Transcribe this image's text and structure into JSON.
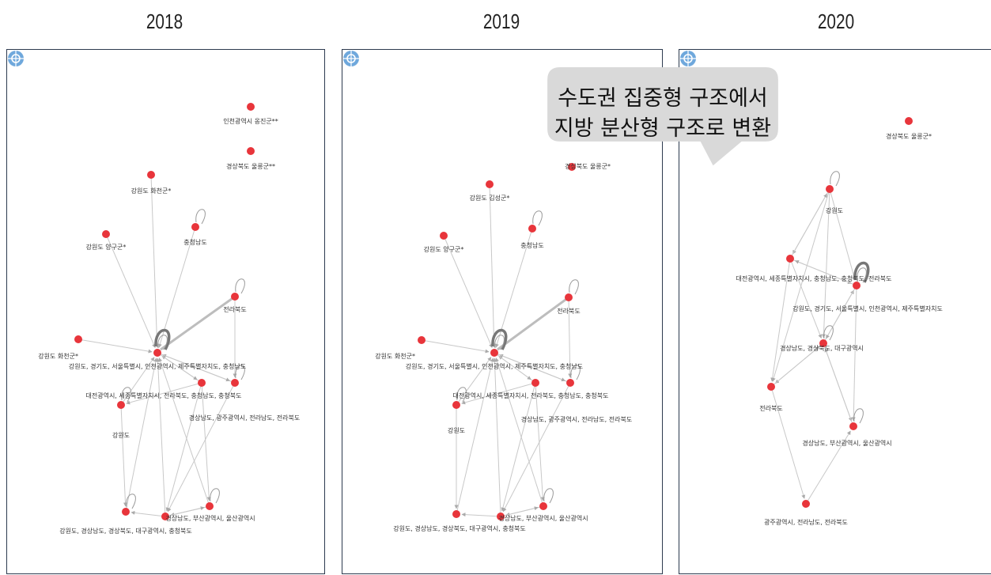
{
  "years": [
    "2018",
    "2019",
    "2020"
  ],
  "callout": {
    "line1": "수도권 집중형 구조에서",
    "line2": "지방 분산형 구조로 변환"
  },
  "colors": {
    "node": "#e8353b",
    "edge": "#c8c8c8",
    "frame": "#2c3a4f",
    "callout_bg": "#d9d9d9",
    "icon": "#6fa8dc"
  },
  "networks": [
    {
      "year": "2018",
      "nodes": [
        {
          "label": "인천광역시 옹진군**"
        },
        {
          "label": "경상북도 울릉군**"
        },
        {
          "label": "강원도 화천군*"
        },
        {
          "label": "충청남도"
        },
        {
          "label": "강원도 양구군*"
        },
        {
          "label": "전라북도"
        },
        {
          "label": "강원도 화천군*"
        },
        {
          "label": "강원도, 경기도, 서울특별시, 인천광역시, 제주특별자치도, 충청남도"
        },
        {
          "label": "대전광역시, 세종특별자치시, 전라북도, 충청남도, 충청북도"
        },
        {
          "label": "경상남도, 광주광역시, 전라남도, 전라북도"
        },
        {
          "label": "강원도"
        },
        {
          "label": "강원도, 경상남도, 경상북도, 대구광역시, 충청북도"
        },
        {
          "label": ""
        },
        {
          "label": "경상남도, 부산광역시, 울산광역시"
        }
      ]
    },
    {
      "year": "2019",
      "nodes": [
        {
          "label": "경상북도 울릉군*"
        },
        {
          "label": "강원도 김성군*"
        },
        {
          "label": "충청남도"
        },
        {
          "label": "강원도 양구군*"
        },
        {
          "label": "전라북도"
        },
        {
          "label": "강원도 화천군*"
        },
        {
          "label": "강원도, 경기도, 서울특별시, 인천광역시, 제주특별자치도, 충청남도"
        },
        {
          "label": "대전광역시, 세종특별자치시, 전라북도, 충청남도, 충청북도"
        },
        {
          "label": "경상남도, 광주광역시, 전라남도, 전라북도"
        },
        {
          "label": "강원도"
        },
        {
          "label": "강원도, 경상남도, 경상북도, 대구광역시, 충청북도"
        },
        {
          "label": ""
        },
        {
          "label": "경상남도, 부산광역시, 울산광역시"
        }
      ]
    },
    {
      "year": "2020",
      "nodes": [
        {
          "label": "경상북도 울릉군*"
        },
        {
          "label": "강원도"
        },
        {
          "label": "대전광역시, 세종특별자치시, 충청남도, 충청북도, 전라북도"
        },
        {
          "label": "강원도, 경기도, 서울특별시, 인천광역시, 제주특별자치도"
        },
        {
          "label": "경상남도, 경상북도, 대구광역시"
        },
        {
          "label": "전라북도"
        },
        {
          "label": "경상남도, 부산광역시, 울산광역시"
        },
        {
          "label": "광주광역시, 전라남도, 전라북도"
        }
      ]
    }
  ]
}
